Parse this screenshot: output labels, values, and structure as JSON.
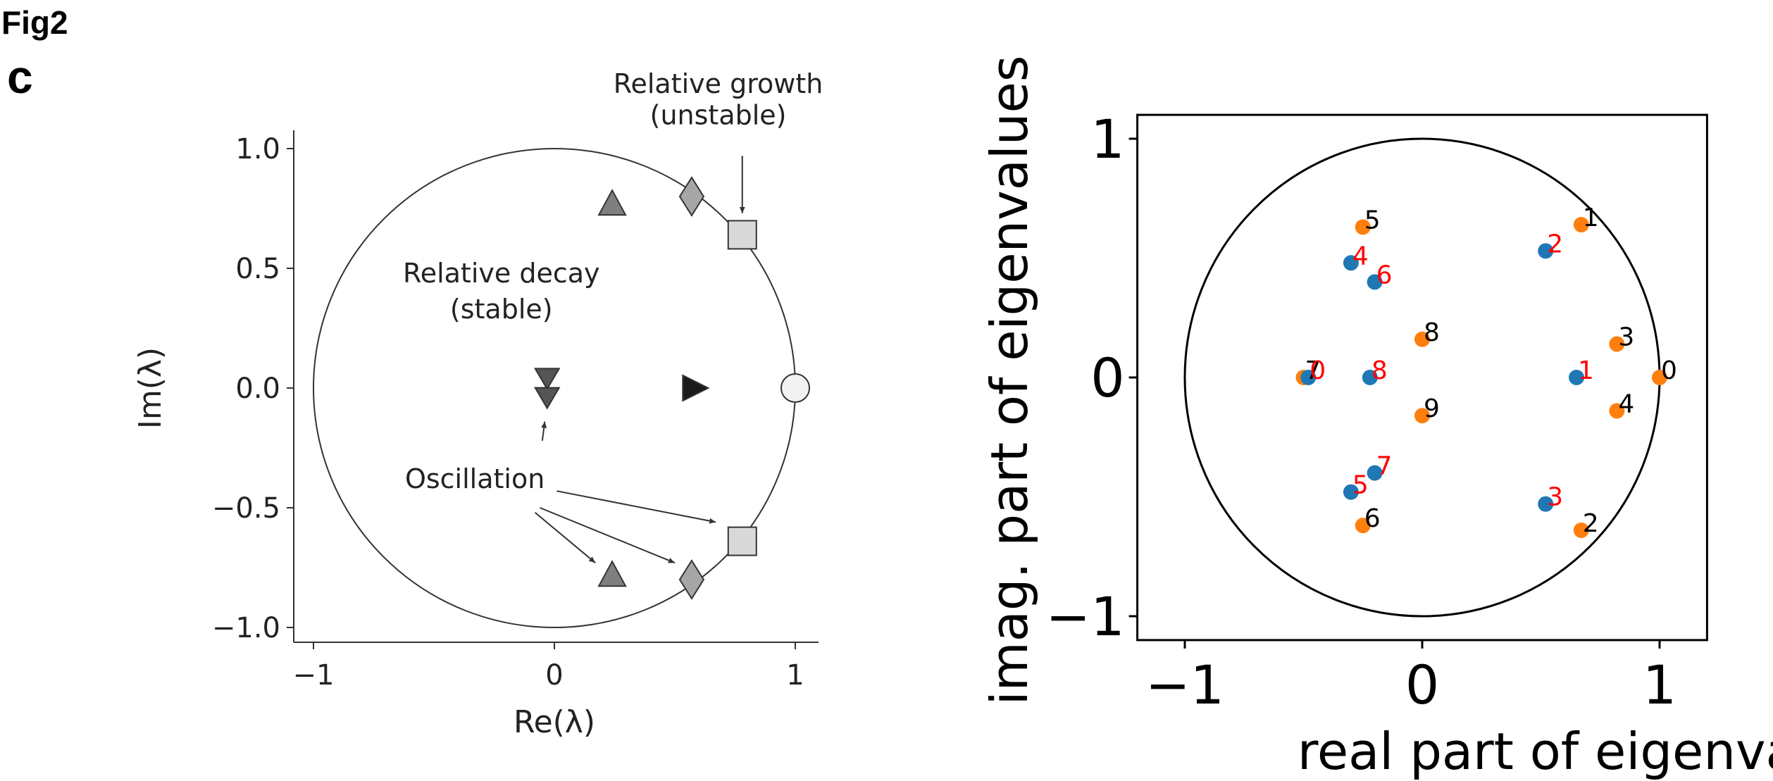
{
  "figure": {
    "label": "Fig2",
    "panel": "c"
  },
  "chart_data": [
    {
      "type": "scatter",
      "title": "",
      "xlabel": "Re(λ)",
      "ylabel": "Im(λ)",
      "xlim": [
        -1.05,
        1.1
      ],
      "ylim": [
        -1.05,
        1.05
      ],
      "xticks": [
        -1,
        0,
        1
      ],
      "xtick_labels": [
        "−1",
        "0",
        "1"
      ],
      "yticks": [
        1.0,
        0.5,
        0.0,
        -0.5,
        -1.0
      ],
      "ytick_labels": [
        "1.0",
        "0.5",
        "0.0",
        "−0.5",
        "−1.0"
      ],
      "unit_circle": true,
      "grid": false,
      "markers": [
        {
          "shape": "circle",
          "color": "#f2f2f2",
          "x": 1.0,
          "y": 0.0
        },
        {
          "shape": "square",
          "color": "#d9d9d9",
          "x": 0.78,
          "y": 0.64
        },
        {
          "shape": "square",
          "color": "#d9d9d9",
          "x": 0.78,
          "y": -0.64
        },
        {
          "shape": "diamond",
          "color": "#a6a6a6",
          "x": 0.57,
          "y": 0.8
        },
        {
          "shape": "diamond",
          "color": "#a6a6a6",
          "x": 0.57,
          "y": -0.8
        },
        {
          "shape": "triangle-up",
          "color": "#7f7f7f",
          "x": 0.24,
          "y": 0.77
        },
        {
          "shape": "triangle-up",
          "color": "#7f7f7f",
          "x": 0.24,
          "y": -0.78
        },
        {
          "shape": "triangle-right",
          "color": "#1a1a1a",
          "x": 0.58,
          "y": 0.0
        },
        {
          "shape": "triangle-down",
          "color": "#555555",
          "x": -0.03,
          "y": 0.04
        },
        {
          "shape": "triangle-down",
          "color": "#555555",
          "x": -0.03,
          "y": -0.04
        }
      ],
      "annotations": [
        {
          "text": "Relative growth",
          "x": 0.68,
          "y": 1.27
        },
        {
          "text": "(unstable)",
          "x": 0.68,
          "y": 1.14
        },
        {
          "text": "Relative decay",
          "x": -0.22,
          "y": 0.48
        },
        {
          "text": "(stable)",
          "x": -0.22,
          "y": 0.33
        },
        {
          "text": "Oscillation",
          "x": -0.33,
          "y": -0.38
        }
      ],
      "arrows": [
        {
          "from": [
            0.78,
            0.97
          ],
          "to": [
            0.78,
            0.73
          ]
        },
        {
          "from": [
            -0.05,
            -0.22
          ],
          "to": [
            -0.04,
            -0.14
          ]
        },
        {
          "from": [
            0.01,
            -0.43
          ],
          "to": [
            0.67,
            -0.56
          ]
        },
        {
          "from": [
            -0.06,
            -0.5
          ],
          "to": [
            0.5,
            -0.73
          ]
        },
        {
          "from": [
            -0.08,
            -0.52
          ],
          "to": [
            0.17,
            -0.73
          ]
        }
      ]
    },
    {
      "type": "scatter",
      "title": "",
      "xlabel": "real part of eigenvalues",
      "ylabel": "imag. part of eigenvalues",
      "xlim": [
        -1.2,
        1.2
      ],
      "ylim": [
        -1.1,
        1.1
      ],
      "xticks": [
        -1,
        0,
        1
      ],
      "xtick_labels": [
        "−1",
        "0",
        "1"
      ],
      "yticks": [
        1,
        0,
        -1
      ],
      "ytick_labels": [
        "1",
        "0",
        "−1"
      ],
      "unit_circle": true,
      "grid": false,
      "label_colors": {
        "blue_series": "#ff0000",
        "orange_series": "#000000"
      },
      "series": [
        {
          "color": "#1f77b4",
          "points": [
            {
              "label": "0",
              "x": -0.48,
              "y": 0.0
            },
            {
              "label": "1",
              "x": 0.65,
              "y": 0.0
            },
            {
              "label": "2",
              "x": 0.52,
              "y": 0.53
            },
            {
              "label": "3",
              "x": 0.52,
              "y": -0.53
            },
            {
              "label": "4",
              "x": -0.3,
              "y": 0.48
            },
            {
              "label": "5",
              "x": -0.3,
              "y": -0.48
            },
            {
              "label": "6",
              "x": -0.2,
              "y": 0.4
            },
            {
              "label": "7",
              "x": -0.2,
              "y": -0.4
            },
            {
              "label": "8",
              "x": -0.22,
              "y": 0.0
            }
          ]
        },
        {
          "color": "#ff7f0e",
          "points": [
            {
              "label": "0",
              "x": 1.0,
              "y": 0.0
            },
            {
              "label": "1",
              "x": 0.67,
              "y": 0.64
            },
            {
              "label": "2",
              "x": 0.67,
              "y": -0.64
            },
            {
              "label": "3",
              "x": 0.82,
              "y": 0.14
            },
            {
              "label": "4",
              "x": 0.82,
              "y": -0.14
            },
            {
              "label": "5",
              "x": -0.25,
              "y": 0.63
            },
            {
              "label": "6",
              "x": -0.25,
              "y": -0.62
            },
            {
              "label": "7",
              "x": -0.5,
              "y": 0.0
            },
            {
              "label": "8",
              "x": 0.0,
              "y": 0.16
            },
            {
              "label": "9",
              "x": 0.0,
              "y": -0.16
            }
          ]
        }
      ]
    }
  ]
}
